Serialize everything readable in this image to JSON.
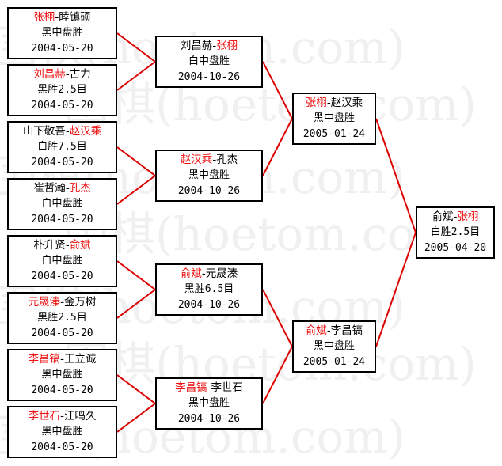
{
  "watermark": "围棋(hoetom.com)",
  "colors": {
    "accent": "#ee1111",
    "line": "#dd0000",
    "border": "#000000"
  },
  "round1": [
    {
      "p1": "张栩",
      "p2": "睦镇硕",
      "winner": 1,
      "result": "黑中盘胜",
      "date": "2004-05-20"
    },
    {
      "p1": "刘昌赫",
      "p2": "古力",
      "winner": 1,
      "result": "黑胜2.5目",
      "date": "2004-05-20"
    },
    {
      "p1": "山下敬吾",
      "p2": "赵汉乘",
      "winner": 2,
      "result": "白胜7.5目",
      "date": "2004-05-20"
    },
    {
      "p1": "崔哲瀚",
      "p2": "孔杰",
      "winner": 2,
      "result": "白中盘胜",
      "date": "2004-05-20"
    },
    {
      "p1": "朴升贤",
      "p2": "俞斌",
      "winner": 2,
      "result": "白中盘胜",
      "date": "2004-05-20"
    },
    {
      "p1": "元晟溱",
      "p2": "金万树",
      "winner": 1,
      "result": "黑胜2.5目",
      "date": "2004-05-20"
    },
    {
      "p1": "李昌镐",
      "p2": "王立诚",
      "winner": 1,
      "result": "黑中盘胜",
      "date": "2004-05-20"
    },
    {
      "p1": "李世石",
      "p2": "江鸣久",
      "winner": 1,
      "result": "黑中盘胜",
      "date": "2004-05-20"
    }
  ],
  "round2": [
    {
      "p1": "刘昌赫",
      "p2": "张栩",
      "winner": 2,
      "result": "白中盘胜",
      "date": "2004-10-26"
    },
    {
      "p1": "赵汉乘",
      "p2": "孔杰",
      "winner": 1,
      "result": "黑中盘胜",
      "date": "2004-10-26"
    },
    {
      "p1": "俞斌",
      "p2": "元晟溱",
      "winner": 1,
      "result": "黑胜6.5目",
      "date": "2004-10-26"
    },
    {
      "p1": "李昌镐",
      "p2": "李世石",
      "winner": 1,
      "result": "黑中盘胜",
      "date": "2004-10-26"
    }
  ],
  "round3": [
    {
      "p1": "张栩",
      "p2": "赵汉乘",
      "winner": 1,
      "result": "黑中盘胜",
      "date": "2005-01-24"
    },
    {
      "p1": "俞斌",
      "p2": "李昌镐",
      "winner": 1,
      "result": "黑中盘胜",
      "date": "2005-01-24"
    }
  ],
  "final": [
    {
      "p1": "俞斌",
      "p2": "张栩",
      "winner": 2,
      "result": "白胜2.5目",
      "date": "2005-04-20"
    }
  ]
}
